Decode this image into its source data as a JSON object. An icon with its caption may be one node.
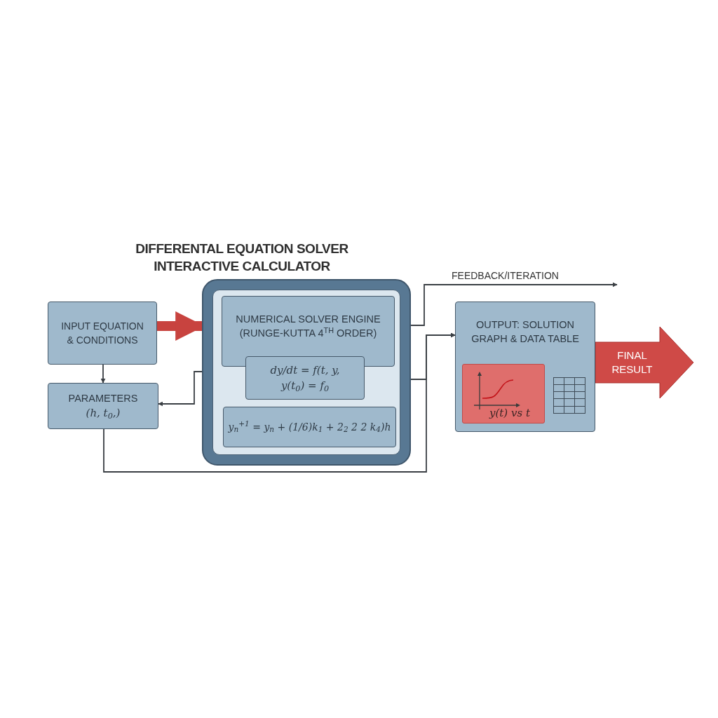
{
  "diagram": {
    "title": "DIFFERENTAL EQUATION SOLVER INTERACTIVE CALCULATOR",
    "nodes": [
      {
        "text": [
          "INPUT EQUATION & CONDITIONS"
        ]
      },
      {
        "text": [
          "PARAMETERS",
          "(h, t$_{0}$,)"
        ]
      },
      {
        "text": [],
        "shape": "box"
      },
      {
        "text": [
          "NUMERICAL SOLVER ENGINE (RUNGE-KUTTA 4$^{TH}$ ORDER)"
        ],
        "in": 2
      },
      {
        "text": [
          "dy/dt = f(t, y,",
          "y(t$_{0}$) = f$_{0}$"
        ],
        "in": 2
      },
      {
        "text": [
          "y$_{n}$$^{+1}$ = y$_{n}$ + (1/6)k$_{1}$ + 2$_{2}$ 2 2 k$_{4}$)h"
        ],
        "in": 2
      },
      {
        "text": [
          "OUTPUT: SOLUTION GRAPH & DATA TABLE"
        ]
      },
      {
        "text": [
          "y(t) vs t"
        ],
        "in": 6
      },
      {
        "text": [
          "FINAL RESULT"
        ]
      }
    ],
    "edges": [
      {
        "from": 0,
        "to": 2,
        "arrow": "to",
        "style": "thick",
        "color": "#c8433f"
      },
      {
        "from": 0,
        "to": 1,
        "arrow": "to"
      },
      {
        "from": 4,
        "to": 1,
        "arrow": "both"
      },
      {
        "from": 3,
        "to": null,
        "arrow": "both",
        "label": "FEEDBACK/ITERATION"
      },
      {
        "from": 4,
        "to": 6,
        "arrow": "to"
      },
      {
        "from": 1,
        "to": 6,
        "arrow": "to"
      }
    ]
  }
}
